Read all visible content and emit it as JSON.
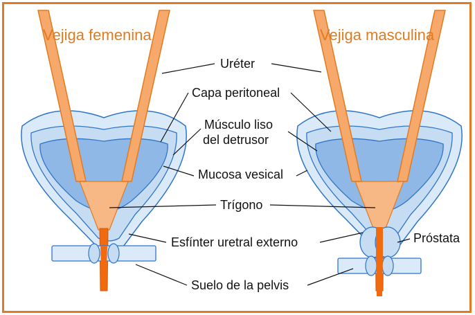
{
  "titles": {
    "female": "Vejiga femenina",
    "male": "Vejiga masculina"
  },
  "labels": {
    "ureter": "Uréter",
    "peritoneal_layer": "Capa peritoneal",
    "detrusor_line1": "Músculo liso",
    "detrusor_line2": "del detrusor",
    "mucosa": "Mucosa vesical",
    "trigone": "Trígono",
    "external_sphincter": "Esfínter uretral externo",
    "prostate": "Próstata",
    "pelvic_floor": "Suelo de la pelvis"
  },
  "colors": {
    "frame": "#e07b22",
    "title": "#e07b22",
    "ureter_fill": "#f7a86b",
    "ureter_stroke": "#e07b22",
    "urethra": "#f26a10",
    "bladder_outer": "#dbeaf8",
    "bladder_wall": "#c6dcf3",
    "bladder_lumen": "#8fb8e6",
    "outline": "#2e75c9"
  }
}
